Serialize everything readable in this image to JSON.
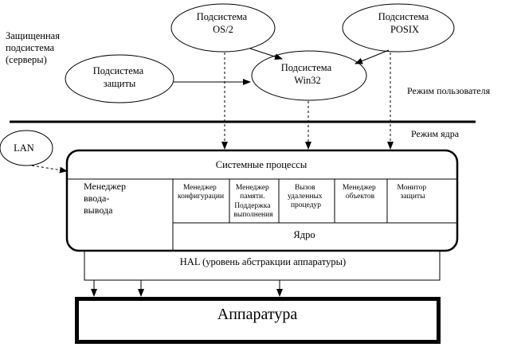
{
  "labels": {
    "protected_subsystem": [
      "Защищенная",
      "подсистема",
      "(серверы)"
    ],
    "user_mode": "Режим пользователя",
    "kernel_mode": "Режим ядра"
  },
  "subsystems": {
    "os2": [
      "Подсистема",
      "OS/2"
    ],
    "posix": [
      "Подсистема",
      "POSIX"
    ],
    "security": [
      "Подсистема",
      "защиты"
    ],
    "win32": [
      "Подсистема",
      "Win32"
    ]
  },
  "lan": "LAN",
  "executive": {
    "system_processes": "Системные процессы",
    "io_manager": [
      "Менеджер",
      "ввода-",
      "вывода"
    ],
    "config_manager": [
      "Менеджер",
      "конфигурации"
    ],
    "memory_manager": [
      "Менеджер",
      "памяти.",
      "Поддержка",
      "выполнения"
    ],
    "rpc": [
      "Вызов",
      "удаленных",
      "процедур"
    ],
    "object_manager": [
      "Менеджер",
      "объектов"
    ],
    "security_monitor": [
      "Монитор",
      "защиты"
    ],
    "kernel": "Ядро"
  },
  "hal": "HAL (уровень абстракции аппаратуры)",
  "hardware": "Аппаратура"
}
